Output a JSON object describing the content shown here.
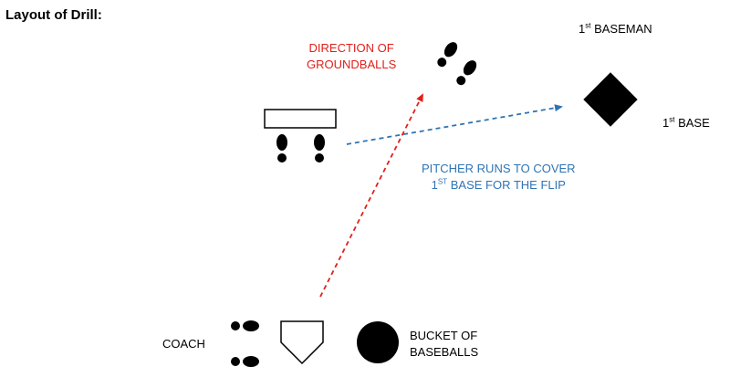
{
  "title": "Layout of Drill:",
  "labels": {
    "direction_line1": "DIRECTION OF",
    "direction_line2": "GROUNDBALLS",
    "first_baseman_num": "1",
    "first_baseman_sup": "st",
    "first_baseman_text": " BASEMAN",
    "first_base_num": "1",
    "first_base_sup": "st",
    "first_base_text": " BASE",
    "pitcher_line1": "PITCHER RUNS TO COVER",
    "pitcher_line2_num": "1",
    "pitcher_line2_sup": "ST",
    "pitcher_line2_text": " BASE FOR THE FLIP",
    "coach": "COACH",
    "bucket_line1": "BUCKET OF",
    "bucket_line2": "BASEBALLS"
  },
  "colors": {
    "groundball_arrow": "#e0201b",
    "pitcher_arrow": "#2e74b5",
    "shapes": "#000000"
  },
  "icons": [
    "footprints-icon",
    "pitcher-rubber",
    "home-plate-icon",
    "first-base-icon",
    "bucket-icon"
  ]
}
